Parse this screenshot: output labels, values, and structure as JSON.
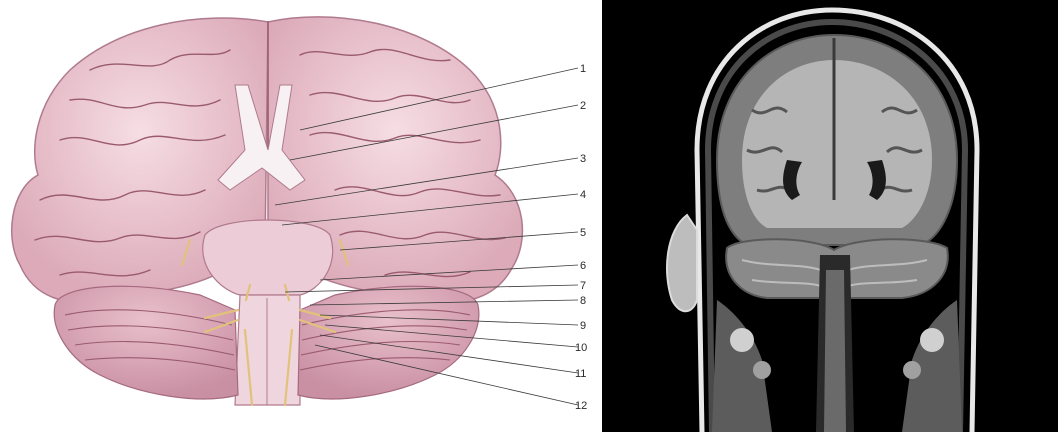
{
  "illustration": {
    "subject": "brain-inferior-view",
    "callouts": [
      "1",
      "2",
      "3",
      "4",
      "5",
      "6",
      "7",
      "8",
      "9",
      "10",
      "11",
      "12"
    ]
  },
  "mri": {
    "subject": "coronal-mri-slice"
  },
  "colors": {
    "brain_pink": "#e8c4cf",
    "sulcus": "#9a5a70",
    "nerve": "#e2c27a",
    "mri_background": "#000000",
    "gray_matter": "#7e7e7e",
    "white_matter": "#b5b5b5"
  }
}
